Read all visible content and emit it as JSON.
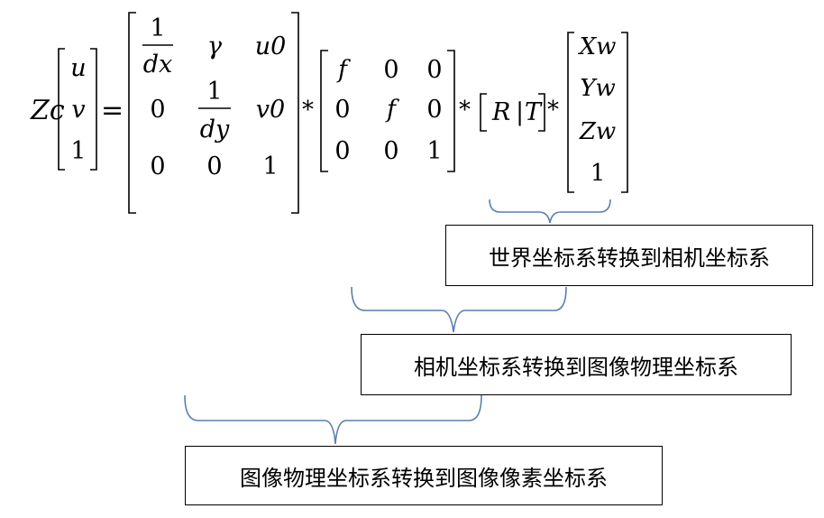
{
  "equation": {
    "lhs": {
      "scale": "Zc",
      "vector": [
        "u",
        "v",
        "1"
      ]
    },
    "equals": "=",
    "multiply": "*",
    "intrinsic": {
      "r1": {
        "frac_num": "1",
        "frac_den": "dx",
        "c2": "γ",
        "c3": "u0"
      },
      "r2": {
        "c1": "0",
        "frac_num": "1",
        "frac_den": "dy",
        "c3": "v0"
      },
      "r3": {
        "c1": "0",
        "c2": "0",
        "c3": "1"
      }
    },
    "focal": [
      [
        "f",
        "0",
        "0"
      ],
      [
        "0",
        "f",
        "0"
      ],
      [
        "0",
        "0",
        "1"
      ]
    ],
    "extrinsic": {
      "R": "R",
      "sep": "|",
      "T": "T"
    },
    "world": [
      "Xw",
      "Yw",
      "Zw",
      "1"
    ]
  },
  "annotations": {
    "world_to_camera": "世界坐标系转换到相机坐标系",
    "camera_to_image": "相机坐标系转换到图像物理坐标系",
    "image_to_pixel": "图像物理坐标系转换到图像像素坐标系"
  },
  "colors": {
    "brace": "#5b7fb0",
    "ink": "#000000"
  }
}
